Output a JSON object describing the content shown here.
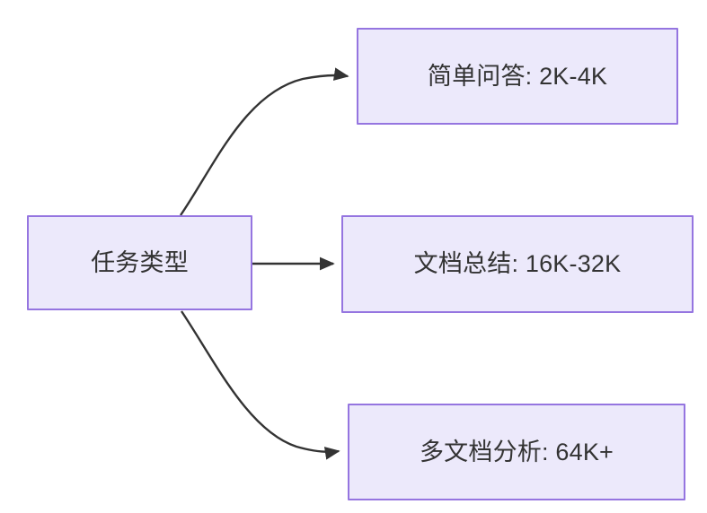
{
  "diagram": {
    "type": "flowchart",
    "direction": "left-to-right",
    "background_color": "#ffffff",
    "node_fill_color": "#ece9fb",
    "node_border_color": "#9575e0",
    "text_color": "#333333",
    "edge_color": "#333333",
    "nodes": [
      {
        "id": "root",
        "label": "任务类型",
        "role": "source"
      },
      {
        "id": "simple-qa",
        "label": "简单问答: 2K-4K",
        "role": "target"
      },
      {
        "id": "doc-summary",
        "label": "文档总结: 16K-32K",
        "role": "target"
      },
      {
        "id": "multi-doc",
        "label": "多文档分析: 64K+",
        "role": "target"
      }
    ],
    "edges": [
      {
        "id": "root-to-simple-qa",
        "from": "root",
        "to": "simple-qa",
        "style": "curved",
        "arrowhead": "filled-triangle",
        "label": ""
      },
      {
        "id": "root-to-doc-summary",
        "from": "root",
        "to": "doc-summary",
        "style": "straight",
        "arrowhead": "filled-triangle",
        "label": ""
      },
      {
        "id": "root-to-multi-doc",
        "from": "root",
        "to": "multi-doc",
        "style": "curved",
        "arrowhead": "filled-triangle",
        "label": ""
      }
    ]
  }
}
